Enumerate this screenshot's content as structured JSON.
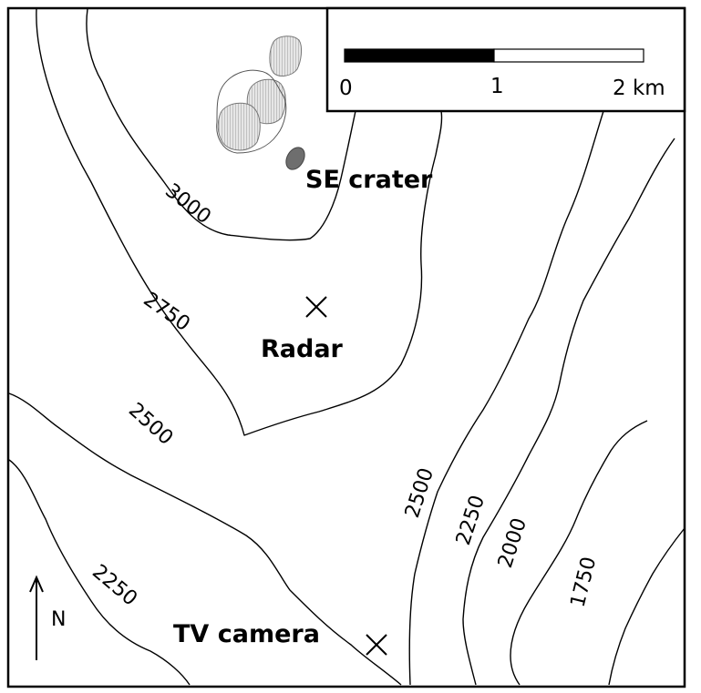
{
  "map": {
    "contour_labels": {
      "c3000": "3000",
      "c2750": "2750",
      "c2500_west": "2500",
      "c2250_west": "2250",
      "c2500_east": "2500",
      "c2250_east": "2250",
      "c2000": "2000",
      "c1750": "1750"
    },
    "places": {
      "se_crater": "SE crater",
      "radar": "Radar",
      "tv_camera": "TV camera"
    },
    "scale_bar": {
      "label_0": "0",
      "label_1": "1",
      "label_2": "2 km"
    },
    "north_arrow": {
      "label": "N"
    },
    "colors": {
      "crater_fill": "#6e6e6e",
      "vent_hatch": "#c8c8c8",
      "scale_dark": "#000000",
      "scale_light": "#ffffff"
    }
  }
}
